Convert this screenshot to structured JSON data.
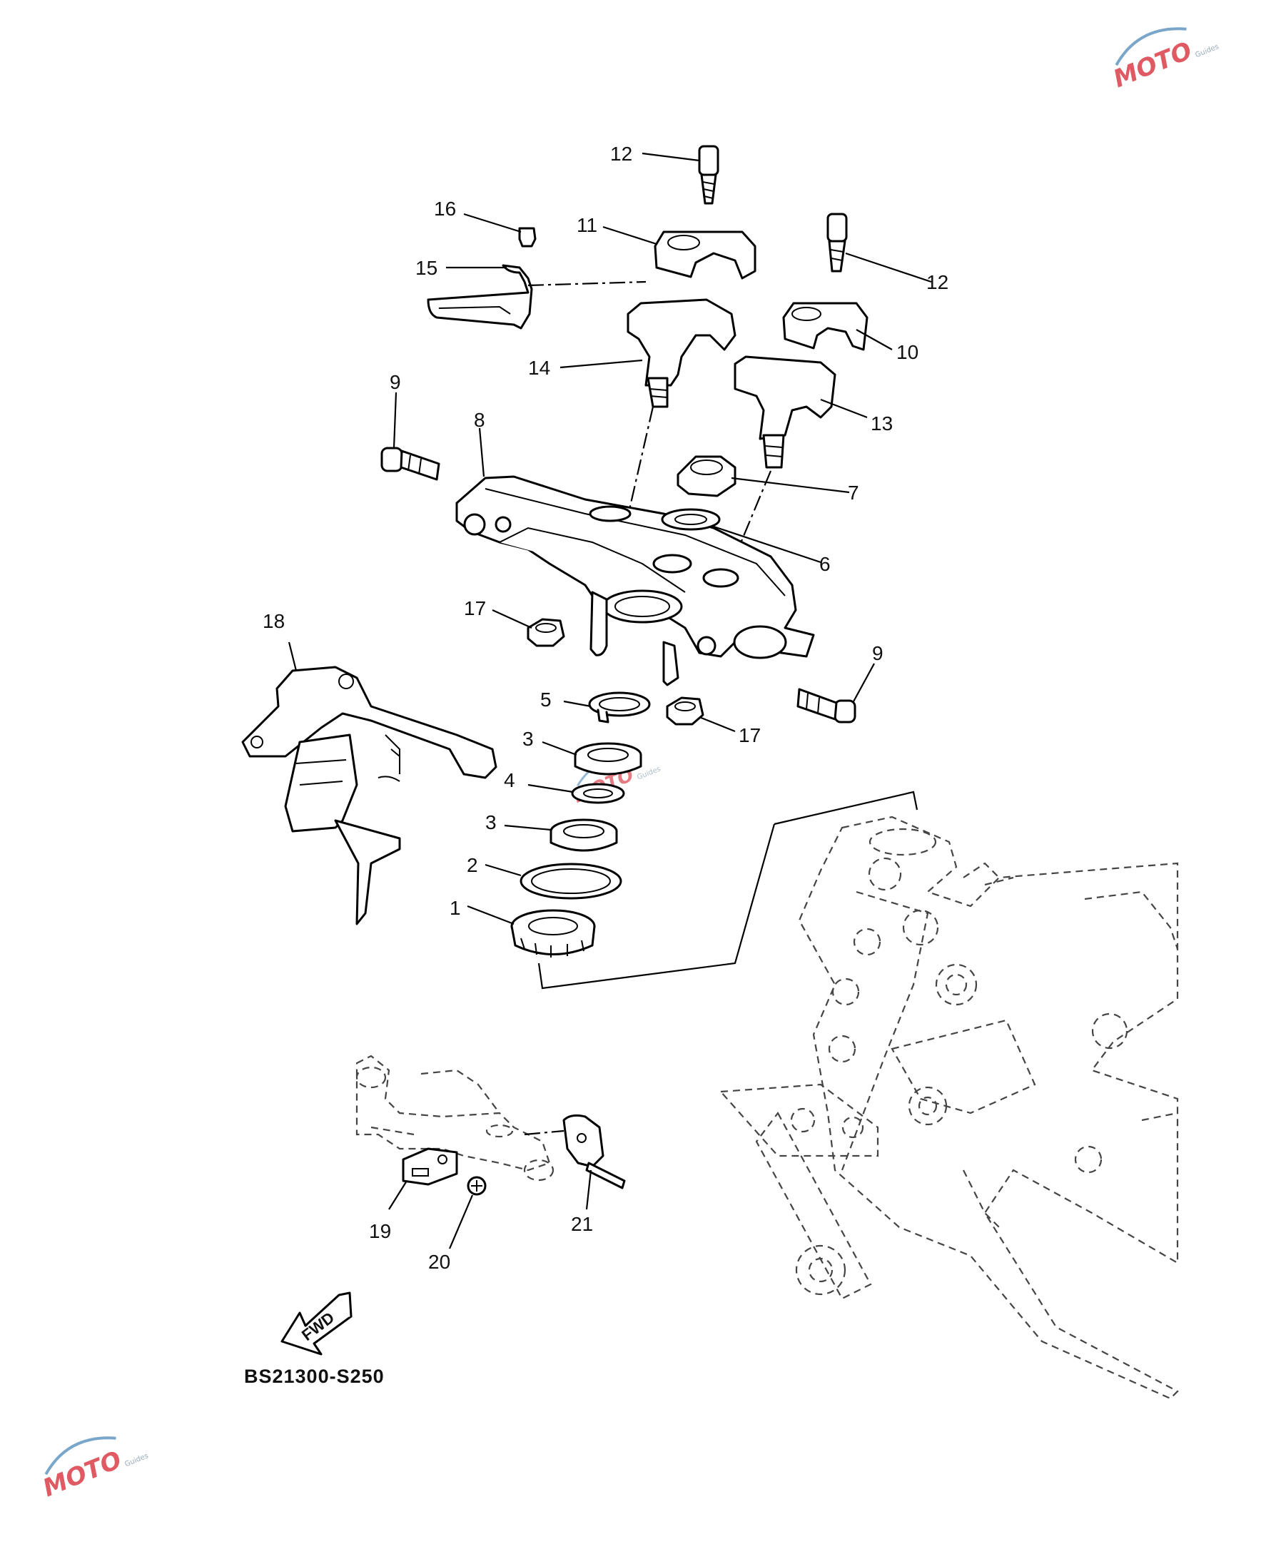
{
  "diagram": {
    "part_code": "BS21300-S250",
    "direction_label": "FWD",
    "callouts": [
      "1",
      "2",
      "3",
      "3",
      "4",
      "5",
      "6",
      "7",
      "8",
      "9",
      "9",
      "10",
      "11",
      "12",
      "12",
      "13",
      "14",
      "15",
      "16",
      "17",
      "17",
      "18",
      "19",
      "20",
      "21"
    ]
  },
  "watermark": {
    "brand": "MOTO",
    "tagline": "Guides",
    "accent_color": "#e05a63",
    "secondary_color": "#7aa6c9"
  }
}
